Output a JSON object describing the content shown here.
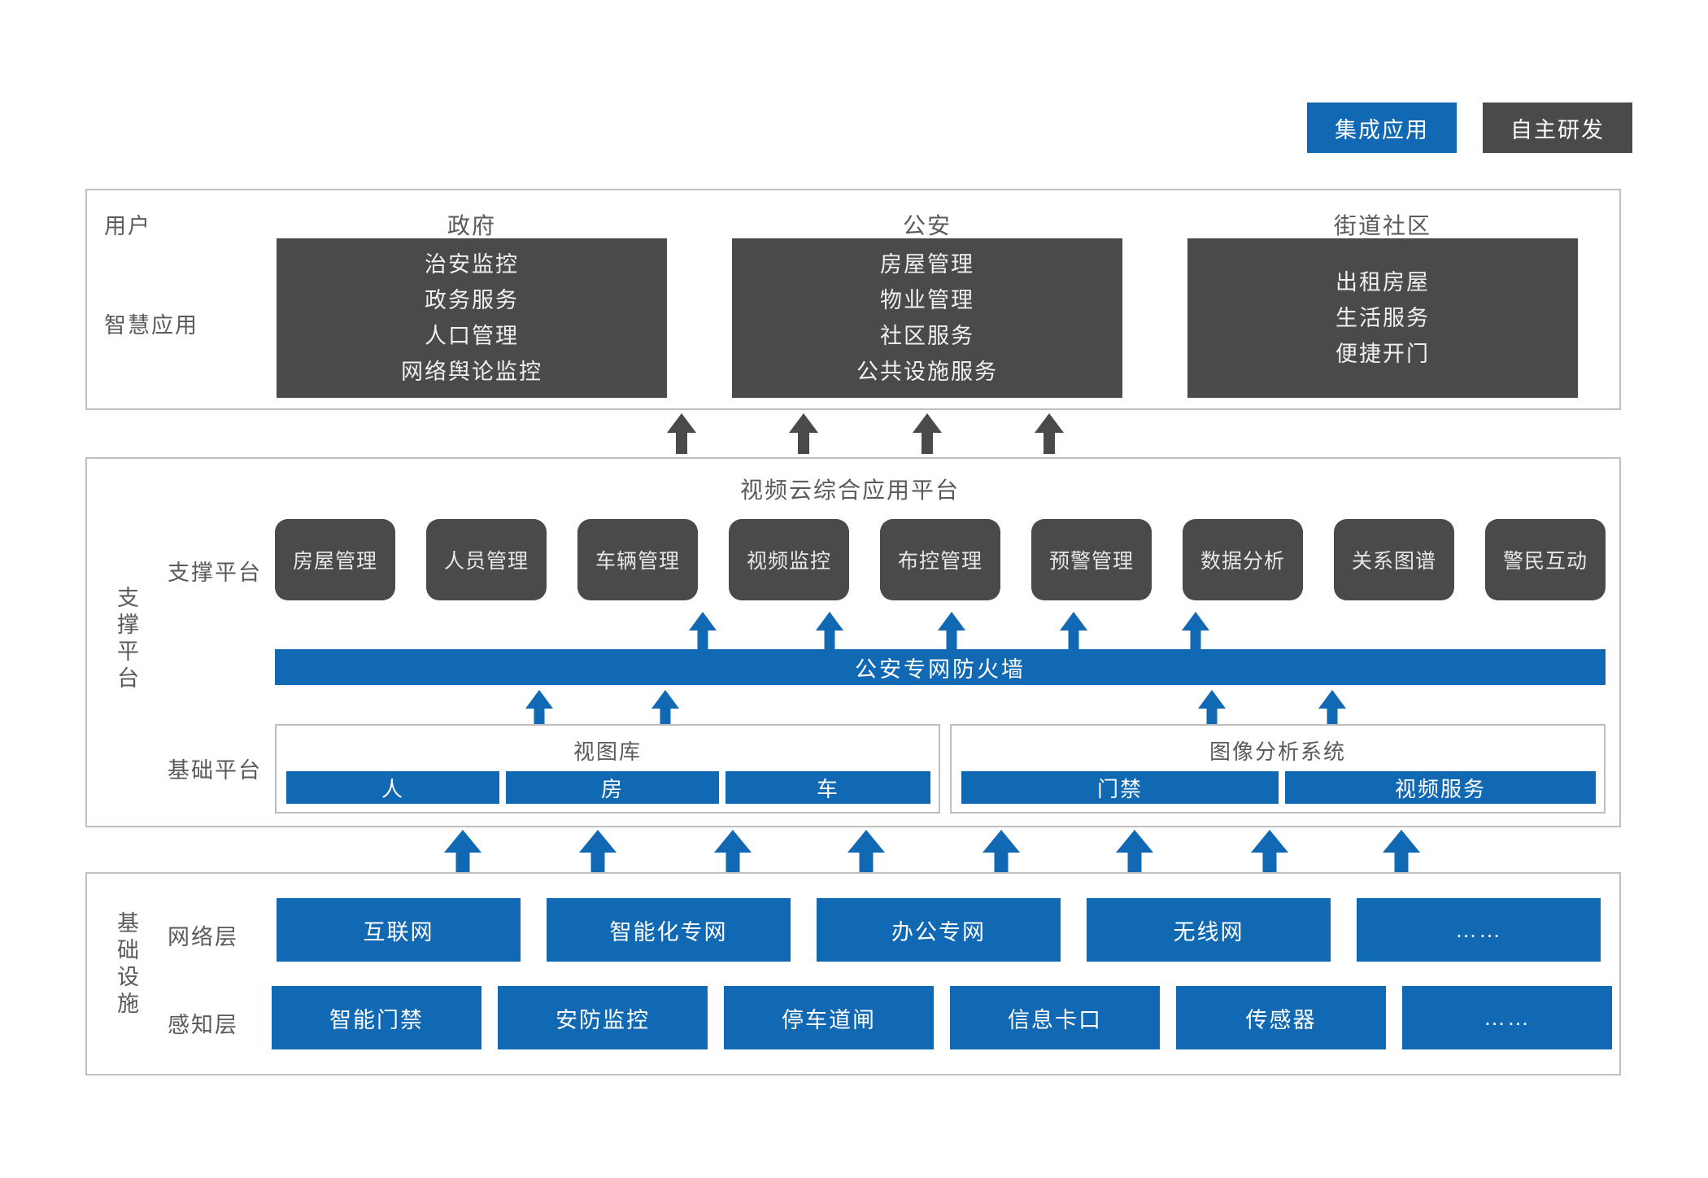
{
  "legend": {
    "items": [
      {
        "label": "集成应用",
        "color": "#1168b3",
        "kind": "integrated-application"
      },
      {
        "label": "自主研发",
        "color": "#4a4a4a",
        "kind": "self-developed"
      }
    ]
  },
  "application_layer": {
    "row_labels": {
      "user": "用户",
      "smart_application": "智慧应用"
    },
    "columns": [
      {
        "title": "政府",
        "items": [
          "治安监控",
          "政务服务",
          "人口管理",
          "网络舆论监控"
        ]
      },
      {
        "title": "公安",
        "items": [
          "房屋管理",
          "物业管理",
          "社区服务",
          "公共设施服务"
        ]
      },
      {
        "title": "街道社区",
        "items": [
          "出租房屋",
          "生活服务",
          "便捷开门"
        ]
      }
    ]
  },
  "platform_layer": {
    "side_label": "支撑平台",
    "title": "视频云综合应用平台",
    "support_row_label": "支撑平台",
    "support_modules": [
      "房屋管理",
      "人员管理",
      "车辆管理",
      "视频监控",
      "布控管理",
      "预警管理",
      "数据分析",
      "关系图谱",
      "警民互动"
    ],
    "firewall": "公安专网防火墙",
    "base_row_label": "基础平台",
    "base_groups": [
      {
        "title": "视图库",
        "items": [
          "人",
          "房",
          "车"
        ]
      },
      {
        "title": "图像分析系统",
        "items": [
          "门禁",
          "视频服务"
        ]
      }
    ]
  },
  "infrastructure_layer": {
    "side_label": "基础设施",
    "rows": [
      {
        "label": "网络层",
        "items": [
          "互联网",
          "智能化专网",
          "办公专网",
          "无线网",
          "……"
        ]
      },
      {
        "label": "感知层",
        "items": [
          "智能门禁",
          "安防监控",
          "停车道闸",
          "信息卡口",
          "传感器",
          "……"
        ]
      }
    ]
  },
  "colors": {
    "blue": "#1168b3",
    "gray": "#4a4a4a",
    "frame_border": "#bfbfbf",
    "label_text": "#5a5a5a"
  }
}
